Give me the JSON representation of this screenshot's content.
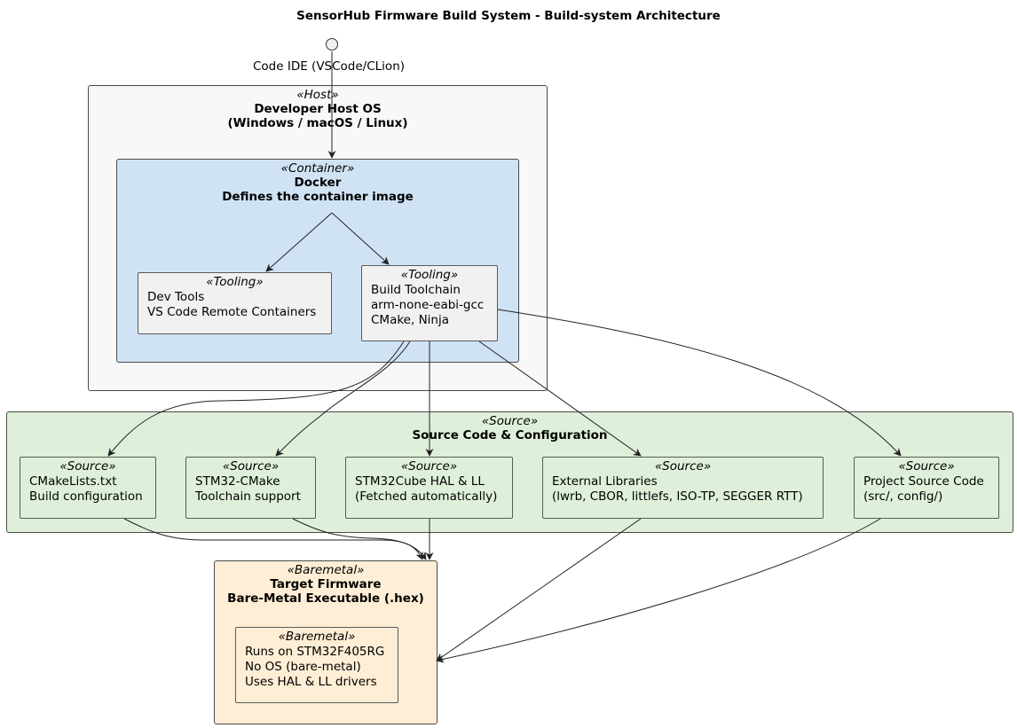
{
  "title": "SensorHub Firmware Build System - Build-system Architecture",
  "ide": {
    "label": "Code IDE (VSCode/CLion)"
  },
  "host": {
    "stereotype": "«Host»",
    "line1": "Developer Host OS",
    "line2": "(Windows / macOS / Linux)"
  },
  "container": {
    "stereotype": "«Container»",
    "line1": "Docker",
    "line2": "Defines the container image"
  },
  "dev_tools": {
    "stereotype": "«Tooling»",
    "lines": [
      "Dev Tools",
      "VS Code Remote Containers"
    ]
  },
  "build_toolchain": {
    "stereotype": "«Tooling»",
    "lines": [
      "Build Toolchain",
      "arm-none-eabi-gcc",
      "CMake, Ninja"
    ]
  },
  "source": {
    "stereotype": "«Source»",
    "title": "Source Code & Configuration"
  },
  "source_nodes": [
    {
      "stereotype": "«Source»",
      "lines": [
        "CMakeLists.txt",
        "Build configuration"
      ]
    },
    {
      "stereotype": "«Source»",
      "lines": [
        "STM32-CMake",
        "Toolchain support"
      ]
    },
    {
      "stereotype": "«Source»",
      "lines": [
        "STM32Cube HAL & LL",
        "(Fetched automatically)"
      ]
    },
    {
      "stereotype": "«Source»",
      "lines": [
        "External Libraries",
        "(lwrb, CBOR, littlefs, ISO-TP, SEGGER RTT)"
      ]
    },
    {
      "stereotype": "«Source»",
      "lines": [
        "Project Source Code",
        "(src/, config/)"
      ]
    }
  ],
  "target": {
    "stereotype": "«Baremetal»",
    "line1": "Target Firmware",
    "line2": "Bare-Metal Executable (.hex)"
  },
  "target_detail": {
    "stereotype": "«Baremetal»",
    "lines": [
      "Runs on STM32F405RG",
      "No OS (bare-metal)",
      "Uses HAL & LL drivers"
    ]
  },
  "colors": {
    "host": "#f8f8f8",
    "container": "#d0e3f5",
    "source": "#dff0da",
    "baremetal": "#feeed5",
    "tooling": "#f1f1f1",
    "edge": "#222222"
  }
}
